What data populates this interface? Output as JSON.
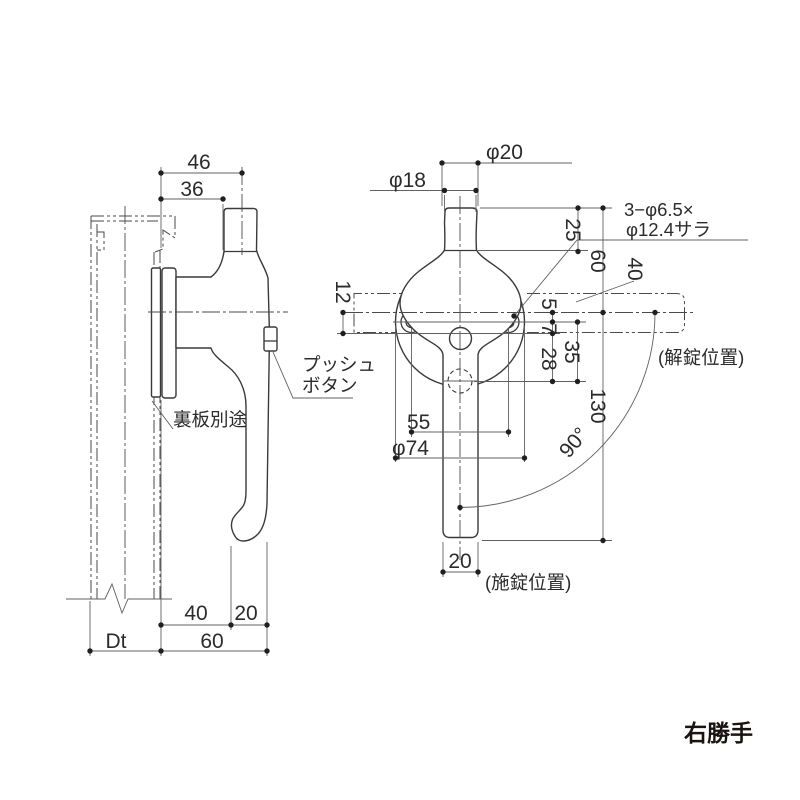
{
  "colors": {
    "background": "#ffffff",
    "object_line": "#3a3a3a",
    "dimension_line": "#606060",
    "text": "#2b2b2b",
    "handing_text": "#1a1311"
  },
  "side_view": {
    "dim_46": "46",
    "dim_36": "36",
    "dim_40": "40",
    "dim_20": "20",
    "dim_60": "60",
    "dim_dt": "Dt",
    "note_back_plate": "裏板別途",
    "note_push_line1": "プッシュ",
    "note_push_line2": "ボタン"
  },
  "front_view": {
    "dim_phi20": "φ20",
    "dim_phi18": "φ18",
    "note_holes_line1": "3−φ6.5×",
    "note_holes_line2": "φ12.4サラ",
    "dim_25": "25",
    "dim_60": "60",
    "dim_40": "40",
    "dim_12": "12",
    "dim_5": "5",
    "dim_7": "7",
    "dim_28": "28",
    "dim_35": "35",
    "dim_130": "130",
    "dim_55": "55",
    "dim_phi74": "φ74",
    "dim_angle": "90°",
    "dim_20": "20",
    "label_unlocked": "(解錠位置)",
    "label_locked": "(施錠位置)"
  },
  "footer": {
    "handing": "右勝手"
  }
}
